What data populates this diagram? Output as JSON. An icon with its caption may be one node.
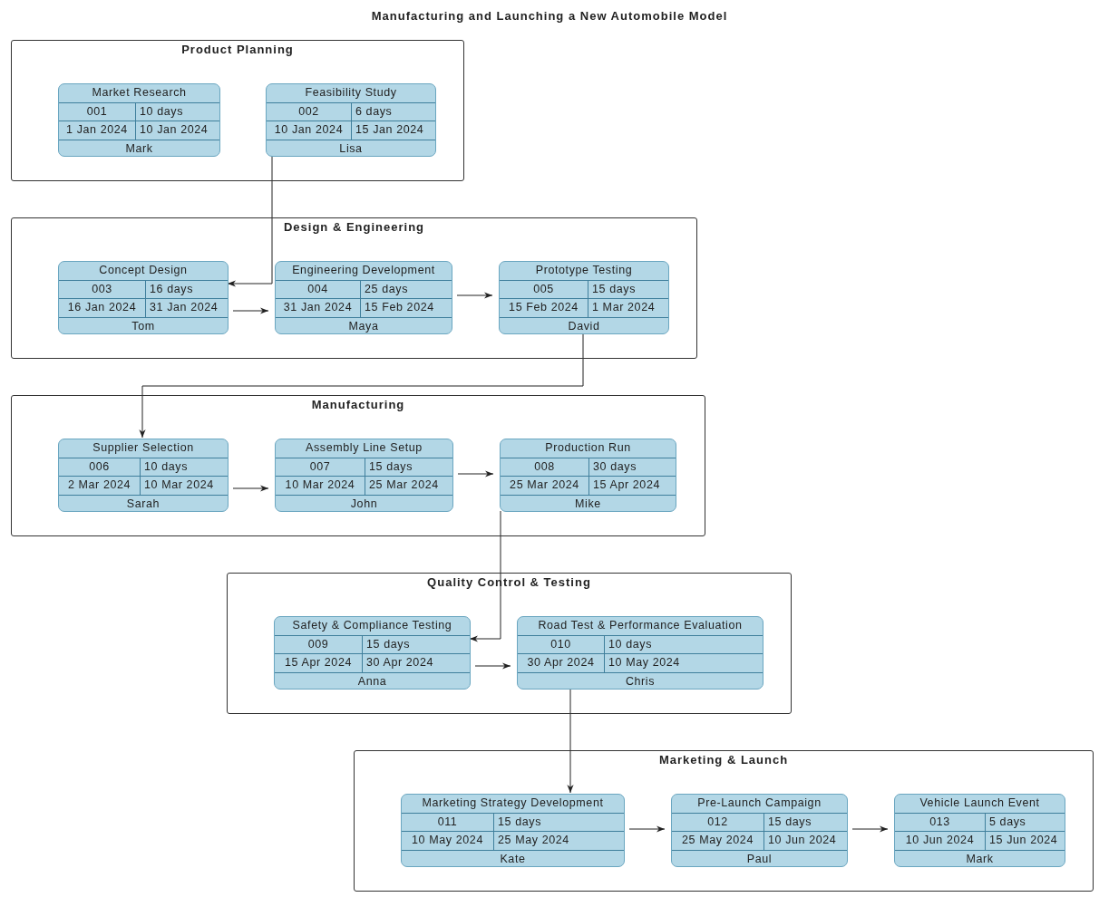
{
  "diagram": {
    "title": "Manufacturing and Launching a New Automobile Model",
    "nodes": [
      {
        "text": [
          "Product Planning"
        ]
      },
      {
        "text": [
          "Market Research",
          "001",
          "10 days",
          "1 Jan 2024",
          "10 Jan 2024",
          "Mark"
        ],
        "in": 0
      },
      {
        "text": [
          "Feasibility Study",
          "002",
          "6 days",
          "10 Jan 2024",
          "15 Jan 2024",
          "Lisa"
        ],
        "in": 0
      },
      {
        "text": [
          "Design & Engineering"
        ]
      },
      {
        "text": [
          "Concept Design",
          "003",
          "16 days",
          "16 Jan 2024",
          "31 Jan 2024",
          "Tom"
        ],
        "in": 3
      },
      {
        "text": [
          "Engineering Development",
          "004",
          "25 days",
          "31 Jan 2024",
          "15 Feb 2024",
          "Maya"
        ],
        "in": 3
      },
      {
        "text": [
          "Prototype Testing",
          "005",
          "15 days",
          "15 Feb 2024",
          "1 Mar 2024",
          "David"
        ],
        "in": 3
      },
      {
        "text": [
          "Manufacturing"
        ]
      },
      {
        "text": [
          "Supplier Selection",
          "006",
          "10 days",
          "2 Mar 2024",
          "10 Mar 2024",
          "Sarah"
        ],
        "in": 7
      },
      {
        "text": [
          "Assembly Line Setup",
          "007",
          "15 days",
          "10 Mar 2024",
          "25 Mar 2024",
          "John"
        ],
        "in": 7
      },
      {
        "text": [
          "Production Run",
          "008",
          "30 days",
          "25 Mar 2024",
          "15 Apr 2024",
          "Mike"
        ],
        "in": 7
      },
      {
        "text": [
          "Quality Control & Testing"
        ]
      },
      {
        "text": [
          "Safety & Compliance Testing",
          "009",
          "15 days",
          "15 Apr 2024",
          "30 Apr 2024",
          "Anna"
        ],
        "in": 11
      },
      {
        "text": [
          "Road Test & Performance Evaluation",
          "010",
          "10 days",
          "30 Apr 2024",
          "10 May 2024",
          "Chris"
        ],
        "in": 11
      },
      {
        "text": [
          "Marketing & Launch"
        ]
      },
      {
        "text": [
          "Marketing Strategy Development",
          "011",
          "15 days",
          "10 May 2024",
          "25 May 2024",
          "Kate"
        ],
        "in": 14
      },
      {
        "text": [
          "Pre-Launch Campaign",
          "012",
          "15 days",
          "25 May 2024",
          "10 Jun 2024",
          "Paul"
        ],
        "in": 14
      },
      {
        "text": [
          "Vehicle Launch Event",
          "013",
          "5 days",
          "10 Jun 2024",
          "15 Jun 2024",
          "Mark"
        ],
        "in": 14
      }
    ],
    "edges": [
      {
        "from": 2,
        "to": 4,
        "arrow": "to"
      },
      {
        "from": 4,
        "to": 5,
        "arrow": "to"
      },
      {
        "from": 5,
        "to": 6,
        "arrow": "to"
      },
      {
        "from": 6,
        "to": 8,
        "arrow": "to"
      },
      {
        "from": 8,
        "to": 9,
        "arrow": "to"
      },
      {
        "from": 9,
        "to": 10,
        "arrow": "to"
      },
      {
        "from": 10,
        "to": 12,
        "arrow": "to"
      },
      {
        "from": 12,
        "to": 13,
        "arrow": "to"
      },
      {
        "from": 13,
        "to": 15,
        "arrow": "to"
      },
      {
        "from": 15,
        "to": 16,
        "arrow": "to"
      },
      {
        "from": 16,
        "to": 17,
        "arrow": "to"
      }
    ]
  }
}
